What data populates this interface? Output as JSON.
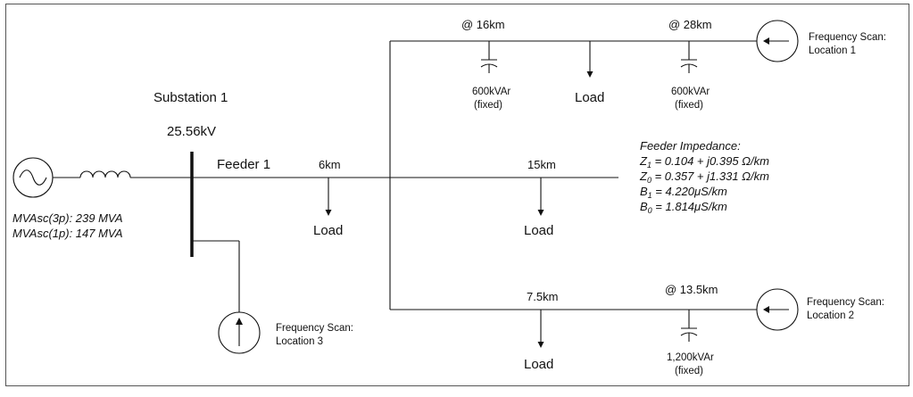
{
  "source": {
    "mvasc_3p": "MVAsc(3p): 239 MVA",
    "mvasc_1p": "MVAsc(1p): 147 MVA"
  },
  "substation": {
    "name": "Substation 1",
    "voltage": "25.56kV"
  },
  "feeder": {
    "name": "Feeder 1",
    "dist_6km": "6km",
    "dist_15km": "15km"
  },
  "top_branch": {
    "dist_16km": "@ 16km",
    "dist_28km": "@ 28km",
    "cap1_rating": "600kVAr",
    "cap1_note": "(fixed)",
    "cap2_rating": "600kVAr",
    "cap2_note": "(fixed)"
  },
  "bottom_branch": {
    "dist_7_5km": "7.5km",
    "dist_13_5km": "@ 13.5km",
    "cap_rating": "1,200kVAr",
    "cap_note": "(fixed)"
  },
  "loads": {
    "label": "Load"
  },
  "impedance": {
    "title": "Feeder Impedance:",
    "z1_sym": "Z",
    "z1_sub": "1",
    "z1_val": " = 0.104 + j0.395 Ω/km",
    "z0_sym": "Z",
    "z0_sub": "0",
    "z0_val": " = 0.357 + j1.331 Ω/km",
    "b1_sym": "B",
    "b1_sub": "1",
    "b1_val": " = 4.220μS/km",
    "b0_sym": "B",
    "b0_sub": "0",
    "b0_val": " = 1.814μS/km"
  },
  "scan1": {
    "line1": "Frequency Scan:",
    "line2": "Location 1"
  },
  "scan2": {
    "line1": "Frequency Scan:",
    "line2": "Location 2"
  },
  "scan3": {
    "line1": "Frequency Scan:",
    "line2": "Location 3"
  }
}
